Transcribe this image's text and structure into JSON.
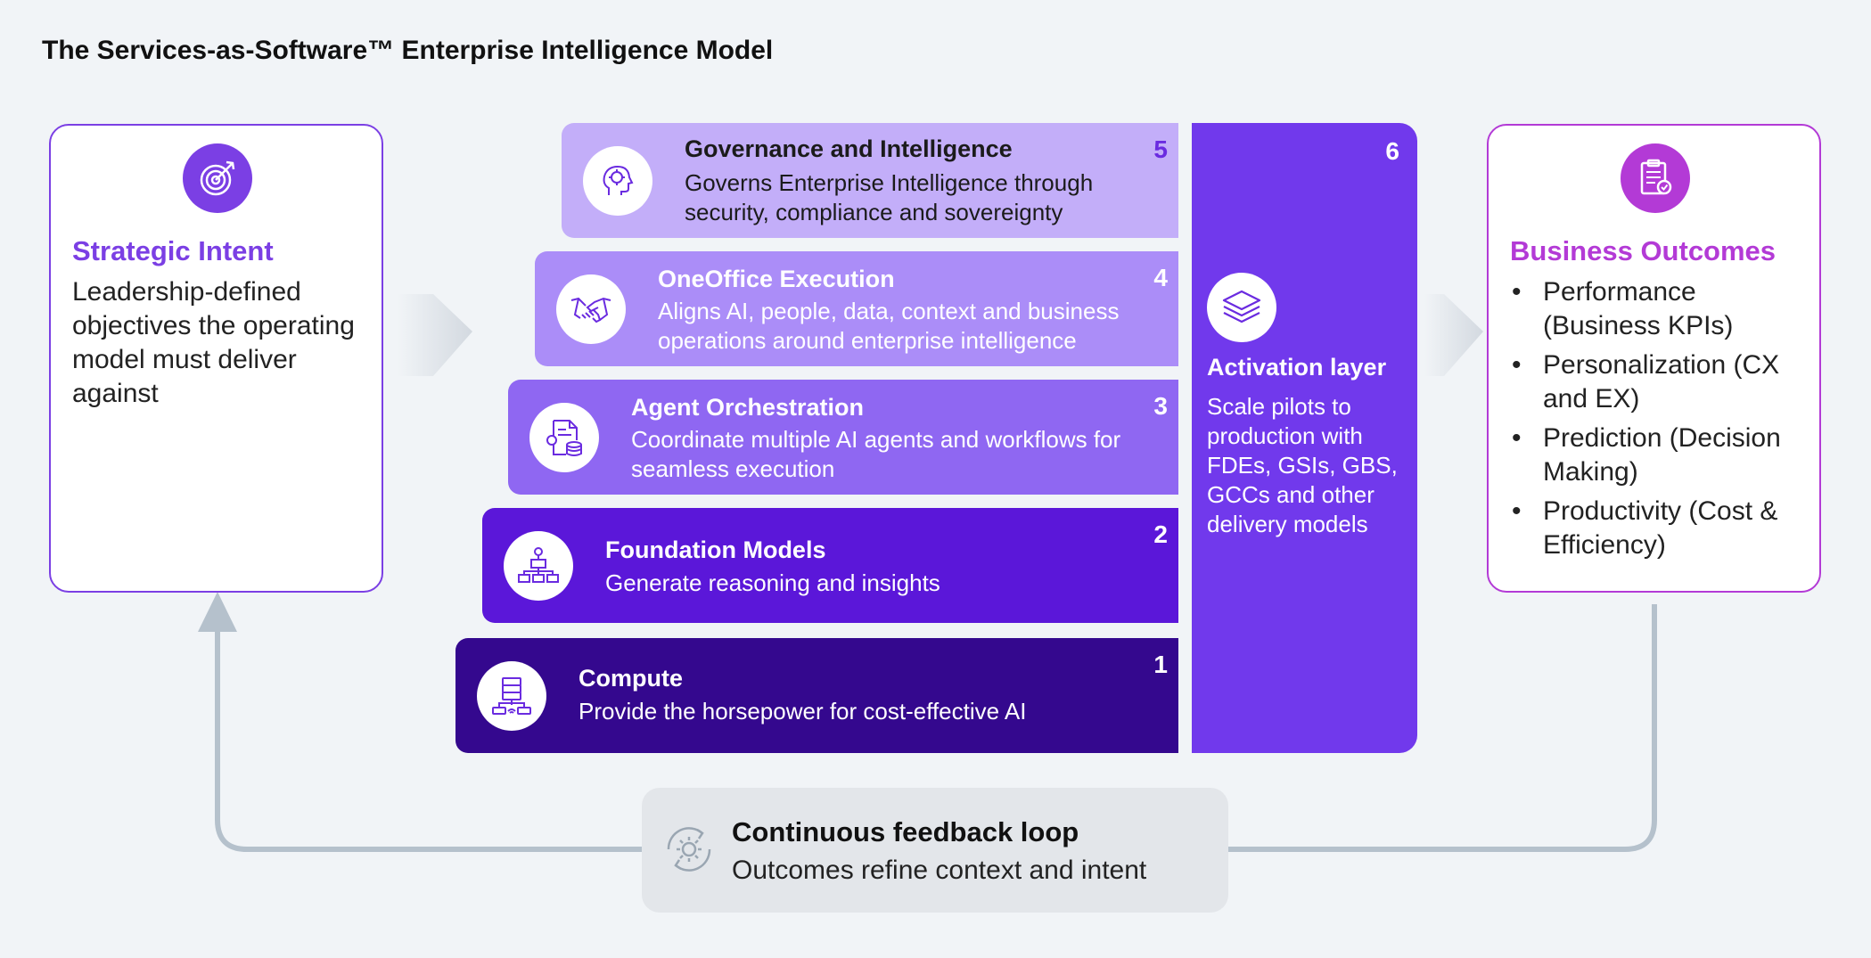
{
  "title": "The Services-as-Software™ Enterprise Intelligence Model",
  "strategic_intent": {
    "heading": "Strategic Intent",
    "description": "Leadership-defined objectives the operating model must deliver against",
    "icon": "target-icon"
  },
  "business_outcomes": {
    "heading": "Business Outcomes",
    "icon": "report-icon",
    "items": [
      "Performance (Business KPIs)",
      "Personalization (CX and EX)",
      "Prediction (Decision Making)",
      "Productivity (Cost & Efficiency)"
    ]
  },
  "layers": [
    {
      "number": "5",
      "name": "Governance and Intelligence",
      "description": "Governs Enterprise Intelligence through security, compliance and sovereignty",
      "icon": "ai-head-icon"
    },
    {
      "number": "4",
      "name": "OneOffice Execution",
      "description": "Aligns AI, people, data, context and business operations around enterprise intelligence",
      "icon": "handshake-icon"
    },
    {
      "number": "3",
      "name": "Agent Orchestration",
      "description": "Coordinate multiple AI agents and workflows for seamless execution",
      "icon": "document-gear-icon"
    },
    {
      "number": "2",
      "name": "Foundation Models",
      "description": "Generate reasoning and insights",
      "icon": "flowchart-icon"
    },
    {
      "number": "1",
      "name": "Compute",
      "description": "Provide the horsepower for cost-effective AI",
      "icon": "server-icon"
    }
  ],
  "activation": {
    "number": "6",
    "name": "Activation layer",
    "description": "Scale pilots to production with FDEs, GSIs, GBS, GCCs and other delivery models",
    "icon": "layers-icon"
  },
  "feedback": {
    "name": "Continuous feedback loop",
    "description": "Outcomes refine context and intent",
    "icon": "gear-cycle-icon"
  },
  "colors": {
    "purple": "#7b3fe4",
    "magenta": "#b33ad6",
    "layer5": "#c3aef9",
    "layer4": "#ab8df8",
    "layer3": "#8f67f2",
    "layer2": "#5b17d9",
    "layer1": "#34088e",
    "activation": "#7139ec",
    "feedback_bg": "#e3e6ea",
    "arrow": "#b5c1cc"
  }
}
